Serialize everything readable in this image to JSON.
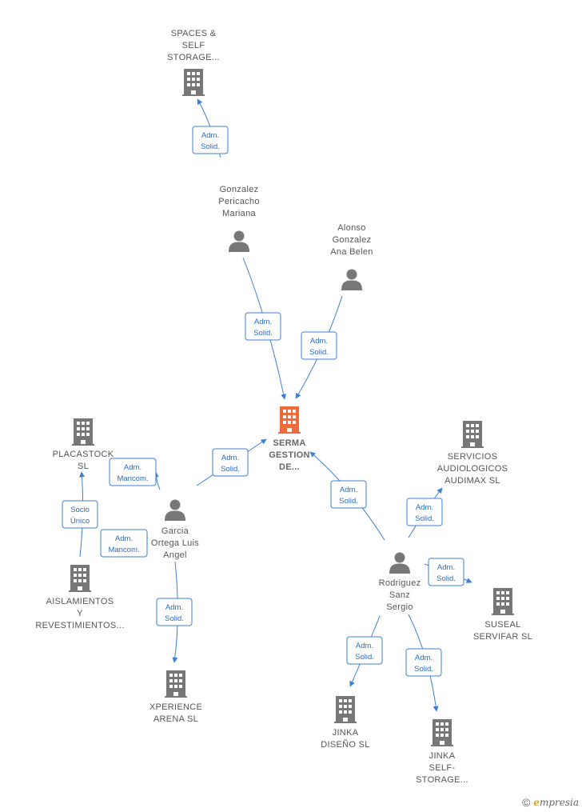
{
  "colors": {
    "edge": "#3f7fd0",
    "node": "#777777",
    "center": "#f06a3c"
  },
  "nodes": [
    {
      "id": "serma",
      "kind": "company",
      "center": true,
      "lines": [
        "SERMA",
        "GESTION",
        "DE..."
      ]
    },
    {
      "id": "spaces",
      "kind": "company",
      "lines": [
        "SPACES &",
        "SELF",
        "STORAGE..."
      ]
    },
    {
      "id": "gonzalez",
      "kind": "person",
      "lines": [
        "Gonzalez",
        "Pericacho",
        "Mariana"
      ]
    },
    {
      "id": "alonso",
      "kind": "person",
      "lines": [
        "Alonso",
        "Gonzalez",
        "Ana Belen"
      ]
    },
    {
      "id": "placastock",
      "kind": "company",
      "lines": [
        "PLACASTOCK",
        "SL"
      ]
    },
    {
      "id": "aislamientos",
      "kind": "company",
      "lines": [
        "AISLAMIENTOS",
        "Y",
        "REVESTIMIENTOS..."
      ]
    },
    {
      "id": "garcia",
      "kind": "person",
      "lines": [
        "Garcia",
        "Ortega Luis",
        "Angel"
      ]
    },
    {
      "id": "xperience",
      "kind": "company",
      "lines": [
        "XPERIENCE",
        "ARENA  SL"
      ]
    },
    {
      "id": "servicios",
      "kind": "company",
      "lines": [
        "SERVICIOS",
        "AUDIOLOGICOS",
        "AUDIMAX  SL"
      ]
    },
    {
      "id": "rodriguez",
      "kind": "person",
      "lines": [
        "Rodriguez",
        "Sanz",
        "Sergio"
      ]
    },
    {
      "id": "suseal",
      "kind": "company",
      "lines": [
        "SUSEAL",
        "SERVIFAR  SL"
      ]
    },
    {
      "id": "jinka_diseno",
      "kind": "company",
      "lines": [
        "JINKA",
        "DISEÑO SL"
      ]
    },
    {
      "id": "jinka_self",
      "kind": "company",
      "lines": [
        "JINKA",
        "SELF-",
        "STORAGE..."
      ]
    }
  ],
  "edges": [
    {
      "from": "gonzalez",
      "to": "spaces",
      "label": [
        "Adm.",
        "Solid."
      ]
    },
    {
      "from": "gonzalez",
      "to": "serma",
      "label": [
        "Adm.",
        "Solid."
      ]
    },
    {
      "from": "alonso",
      "to": "serma",
      "label": [
        "Adm.",
        "Solid."
      ]
    },
    {
      "from": "garcia",
      "to": "serma",
      "label": [
        "Adm.",
        "Solid."
      ]
    },
    {
      "from": "garcia",
      "to": "placastock",
      "label": [
        "Adm.",
        "Mancom."
      ]
    },
    {
      "from": "garcia",
      "to": "aislamientos",
      "label": [
        "Adm.",
        "Mancom."
      ]
    },
    {
      "from": "aislamientos",
      "to": "placastock",
      "label": [
        "Socio",
        "Único"
      ]
    },
    {
      "from": "garcia",
      "to": "xperience",
      "label": [
        "Adm.",
        "Solid."
      ]
    },
    {
      "from": "rodriguez",
      "to": "serma",
      "label": [
        "Adm.",
        "Solid."
      ]
    },
    {
      "from": "rodriguez",
      "to": "servicios",
      "label": [
        "Adm.",
        "Solid."
      ]
    },
    {
      "from": "rodriguez",
      "to": "suseal",
      "label": [
        "Adm.",
        "Solid."
      ]
    },
    {
      "from": "rodriguez",
      "to": "jinka_diseno",
      "label": [
        "Adm.",
        "Solid."
      ]
    },
    {
      "from": "rodriguez",
      "to": "jinka_self",
      "label": [
        "Adm.",
        "Solid."
      ]
    }
  ],
  "footer": {
    "copyright": "©",
    "brand_initial": "e",
    "brand_rest": "mpresia"
  }
}
